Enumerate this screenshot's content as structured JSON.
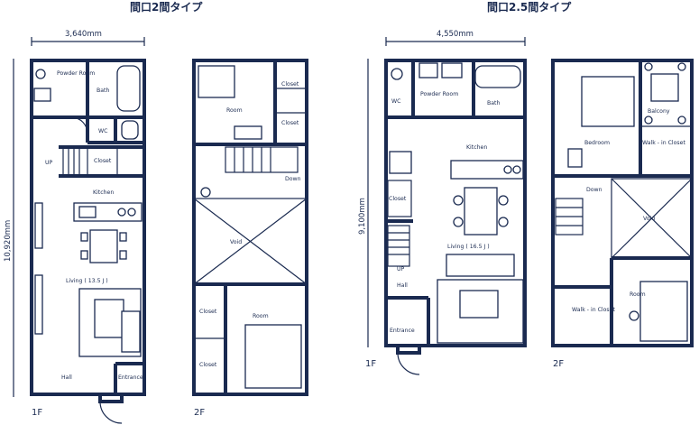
{
  "left_plan": {
    "title": "間口2間タイプ",
    "width_dim": "3,640mm",
    "depth_dim": "10,920mm",
    "floor1": {
      "label": "1F",
      "rooms": {
        "powder_room": "Powder Room",
        "bath": "Bath",
        "wc": "WC",
        "up": "UP",
        "closet": "Closet",
        "kitchen": "Kitchen",
        "living": "Living ( 13.5 J )",
        "hall": "Hall",
        "entrance": "Entrance"
      }
    },
    "floor2": {
      "label": "2F",
      "rooms": {
        "room_top": "Room",
        "closet_a": "Closet",
        "closet_b": "Closet",
        "down": "Down",
        "void": "Void",
        "room_bottom": "Room",
        "closet_c": "Closet",
        "closet_d": "Closet"
      }
    }
  },
  "right_plan": {
    "title": "間口2.5間タイプ",
    "width_dim": "4,550mm",
    "depth_dim": "9,100mm",
    "floor1": {
      "label": "1F",
      "rooms": {
        "wc": "WC",
        "powder_room": "Powder Room",
        "bath": "Bath",
        "kitchen": "Kitchen",
        "closet": "Closet",
        "living": "Living ( 16.5 J )",
        "up": "UP",
        "hall": "Hall",
        "entrance": "Entrance"
      }
    },
    "floor2": {
      "label": "2F",
      "rooms": {
        "bedroom": "Bedroom",
        "balcony": "Balcony",
        "walkin_top": "Walk - in Closet",
        "down": "Down",
        "void": "Void",
        "walkin_bottom": "Walk - in Closet",
        "room": "Room"
      }
    }
  }
}
